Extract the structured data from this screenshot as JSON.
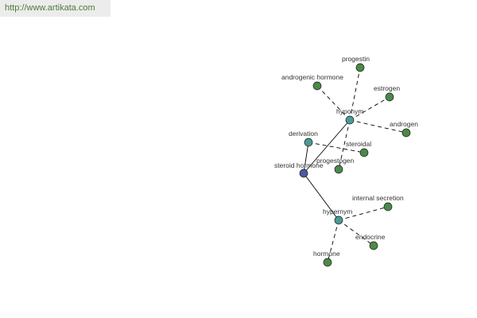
{
  "site": {
    "url_text": "http://www.artikata.com"
  },
  "colors": {
    "center": "#4a5aa0",
    "relation": "#4a9a96",
    "leaf": "#4a8a48",
    "edge": "#000000",
    "site_link": "#4f7a3a"
  },
  "graph": {
    "nodes": [
      {
        "id": "steroid-hormone",
        "label": "steroid hormone",
        "kind": "center"
      },
      {
        "id": "hyponym",
        "label": "hyponym",
        "kind": "relation"
      },
      {
        "id": "derivation",
        "label": "derivation",
        "kind": "relation"
      },
      {
        "id": "hypernym",
        "label": "hypernym",
        "kind": "relation"
      },
      {
        "id": "progestin",
        "label": "progestin",
        "kind": "leaf"
      },
      {
        "id": "androgenic-hormone",
        "label": "androgenic hormone",
        "kind": "leaf"
      },
      {
        "id": "estrogen",
        "label": "estrogen",
        "kind": "leaf"
      },
      {
        "id": "androgen",
        "label": "androgen",
        "kind": "leaf"
      },
      {
        "id": "steroidal",
        "label": "steroidal",
        "kind": "leaf"
      },
      {
        "id": "progestogen",
        "label": "progestogen",
        "kind": "leaf"
      },
      {
        "id": "internal-secretion",
        "label": "internal secretion",
        "kind": "leaf"
      },
      {
        "id": "endocrine",
        "label": "endocrine",
        "kind": "leaf"
      },
      {
        "id": "hormone",
        "label": "hormone",
        "kind": "leaf"
      }
    ],
    "edges": [
      {
        "from": "steroid-hormone",
        "to": "hyponym",
        "style": "solid"
      },
      {
        "from": "steroid-hormone",
        "to": "derivation",
        "style": "solid"
      },
      {
        "from": "steroid-hormone",
        "to": "hypernym",
        "style": "solid"
      },
      {
        "from": "hyponym",
        "to": "progestin",
        "style": "dashed"
      },
      {
        "from": "hyponym",
        "to": "androgenic-hormone",
        "style": "dashed"
      },
      {
        "from": "hyponym",
        "to": "estrogen",
        "style": "dashed"
      },
      {
        "from": "hyponym",
        "to": "androgen",
        "style": "dashed"
      },
      {
        "from": "hyponym",
        "to": "progestogen",
        "style": "dashed"
      },
      {
        "from": "derivation",
        "to": "steroidal",
        "style": "dashed"
      },
      {
        "from": "hypernym",
        "to": "internal-secretion",
        "style": "dashed"
      },
      {
        "from": "hypernym",
        "to": "endocrine",
        "style": "dashed"
      },
      {
        "from": "hypernym",
        "to": "hormone",
        "style": "dashed"
      }
    ]
  }
}
